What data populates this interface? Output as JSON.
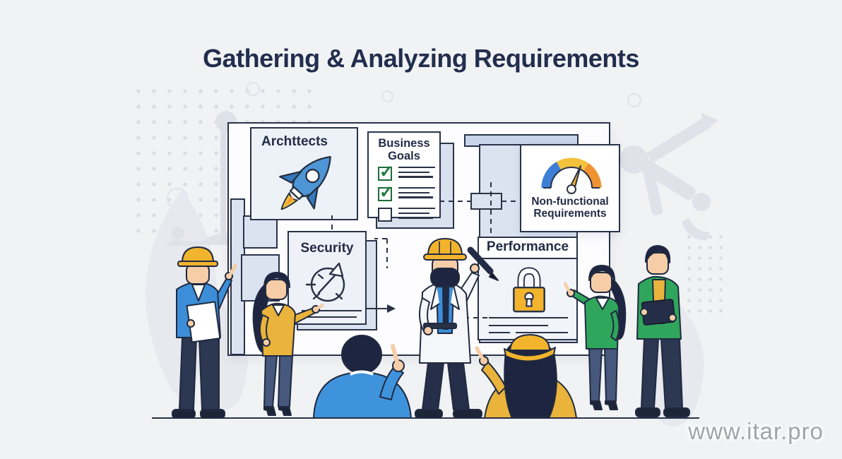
{
  "title": "Gathering & Analyzing Requirements",
  "watermark": "www.itar.pro",
  "board": {
    "cards": {
      "architects": {
        "label": "Archttects",
        "icon": "rocket-icon"
      },
      "business_goals": {
        "label": "Business Goals",
        "icon": "checklist-icon",
        "checklist": [
          {
            "checked": true
          },
          {
            "checked": true
          },
          {
            "checked": false
          }
        ]
      },
      "security": {
        "label": "Security",
        "icon": "compass-arrow-icon"
      },
      "non_functional": {
        "label_line1": "Non-functional",
        "label_line2": "Requirements",
        "icon": "gauge-icon"
      },
      "performance": {
        "label": "Performance",
        "icon": "padlock-icon"
      }
    }
  },
  "figures": [
    {
      "name": "engineer-with-clipboard",
      "desc": "man in yellow hard hat and blue jacket holding clipboard, pointing up"
    },
    {
      "name": "woman-presenting-security",
      "desc": "woman in mustard blouse with ponytail pointing at Security card"
    },
    {
      "name": "lead-engineer-with-pen",
      "desc": "bearded man in hard hat, lab coat and tie raising a pen"
    },
    {
      "name": "seated-man",
      "desc": "seated man in blue sweater seen from behind pointing up"
    },
    {
      "name": "seated-woman-hard-hat",
      "desc": "seated woman in yellow with hard hat seen from behind pointing up"
    },
    {
      "name": "woman-presenting-performance",
      "desc": "woman in green top pointing at Performance card"
    },
    {
      "name": "man-with-tablet",
      "desc": "man in green jacket and yellow vest holding a tablet"
    }
  ],
  "colors": {
    "background": "#f1f2f4",
    "outline": "#2a3246",
    "title_text": "#222e4e",
    "card_fill": "#edf1f8",
    "panel_fill": "#dce3f0",
    "accent_blue": "#4e95d6",
    "hat_yellow": "#f2b42d",
    "mustard": "#eab33c",
    "green": "#2fa65c",
    "orange": "#ef9430",
    "check_green": "#1f7a3e",
    "gauge_blue": "#3d7fd6",
    "gauge_yellow": "#f2c13d",
    "watermark_gray": "#9fa3aa"
  }
}
